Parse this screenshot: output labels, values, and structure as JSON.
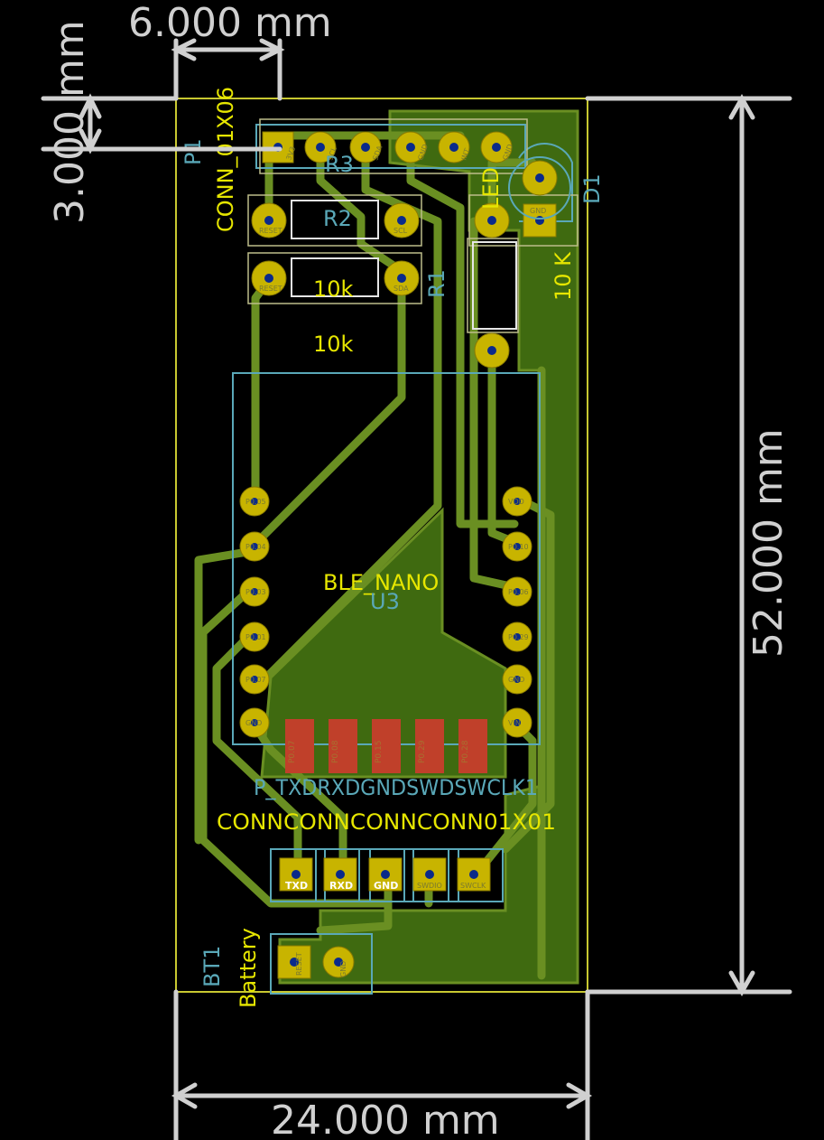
{
  "dimensions": {
    "top_width": "6.000 mm",
    "left_height": "3.000 mm",
    "right_height": "52.000 mm",
    "bottom_width": "24.000 mm"
  },
  "components": {
    "p1_ref": "P1",
    "p1_value": "CONN_01X06",
    "r3_ref": "R3",
    "r2_ref": "R2",
    "r1_ref": "R1",
    "r2_value": "10k",
    "r3_value": "10k",
    "led_label": "LED",
    "d1_ref": "D1",
    "d1_value": "10 K",
    "u3_value": "BLE_NANO",
    "u3_ref": "U3",
    "overlapping_refs": "P_TXD1 P_RXD1 P_GND1 P_SWDIO1 P_SWDCLK1",
    "overlapping_ref_short": "P_TXDRXDGNDSWDSWCLK1",
    "overlapping_values": "CONN_01X01 CONN_01X01 CONN_01X01 CONN_01X01 CONN_01X01",
    "overlapping_value_short": "CONNCONNCONNCONN01X01",
    "bt1_ref": "BT1",
    "bt1_value": "Battery"
  },
  "header_pins": [
    "3V3",
    "SCL",
    "SDA",
    "GND",
    "INT",
    "GND"
  ],
  "pad_labels": {
    "reset1": "RESET",
    "reset2": "RESET",
    "scl": "SCL",
    "sda": "SDA",
    "gnd_led": "GND",
    "txd": "TXD",
    "rxd": "RXD",
    "gnd": "GND",
    "swdio": "SWDIO",
    "swclk": "SWCLK",
    "bat_plus": "RESET",
    "bat_gnd": "GND"
  },
  "module_left_pins": [
    "P0.05",
    "P0.04",
    "P0.03",
    "P0.01",
    "P0.07",
    "GND"
  ],
  "module_right_pins": [
    "VIN",
    "P0.10",
    "P0.06",
    "P0.29",
    "GND",
    "VDD"
  ],
  "smd_pads": [
    "P0.07",
    "P0.08",
    "P0.15",
    "P0.29",
    "P0.28"
  ],
  "colors": {
    "board_outline": "#c8c830",
    "copper": "#4d7a16",
    "track": "#6a8f22",
    "pad_ring": "#c8b400",
    "silk": "#e6e600",
    "fab": "#5aa8b8",
    "smd": "#c0402a",
    "dimension": "#d0d0d0"
  }
}
